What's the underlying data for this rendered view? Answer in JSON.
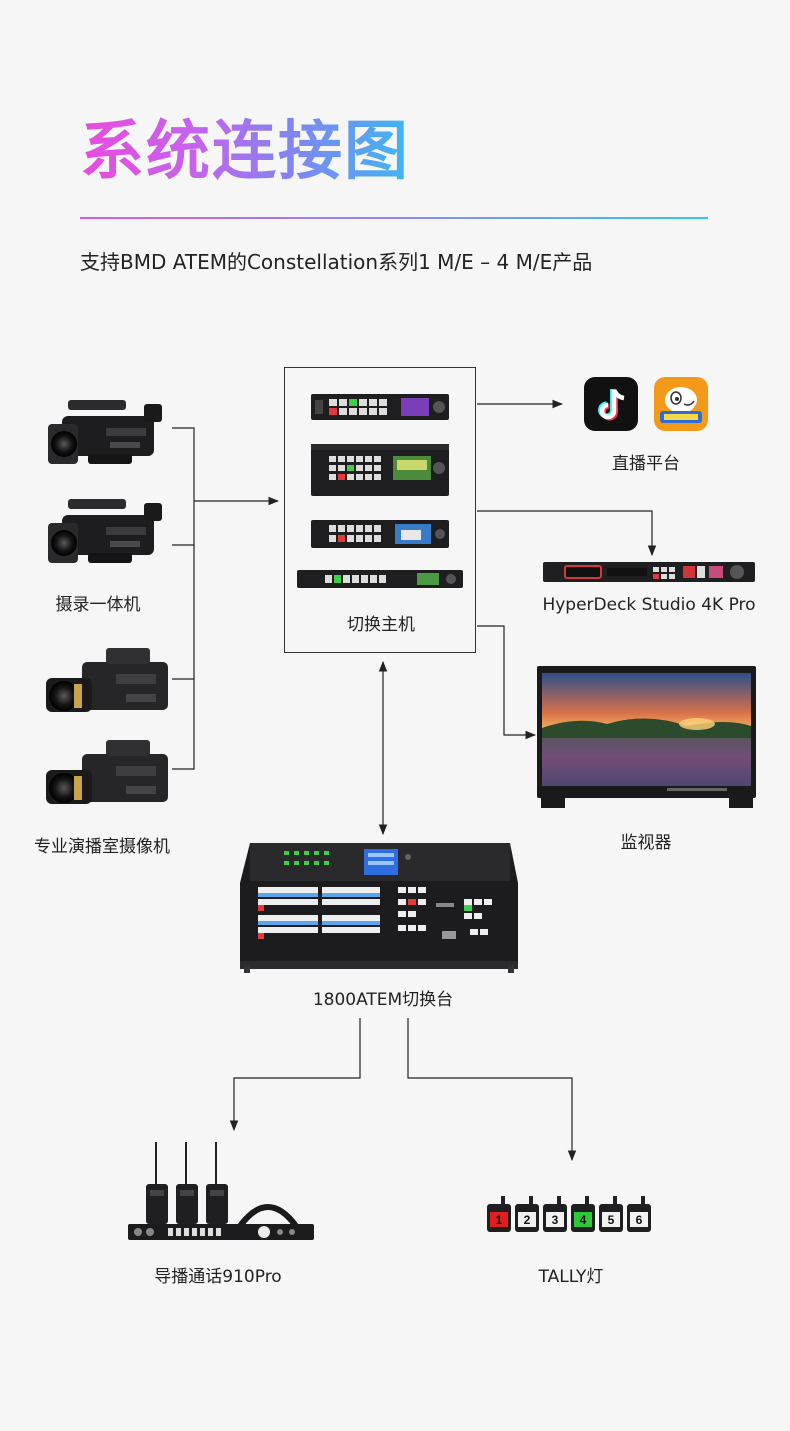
{
  "header": {
    "title": "系统连接图",
    "subtitle": "支持BMD ATEM的Constellation系列1 M/E – 4 M/E产品"
  },
  "nodes": {
    "camcorder": "摄录一体机",
    "studio_camera": "专业演播室摄像机",
    "switcher_host": "切换主机",
    "live_platform": "直播平台",
    "hyperdeck": "HyperDeck Studio 4K Pro",
    "monitor": "监视器",
    "panel": "1800ATEM切换台",
    "intercom": "导播通话910Pro",
    "tally": "TALLY灯"
  },
  "tally_numbers": [
    "1",
    "2",
    "3",
    "4",
    "5",
    "6"
  ],
  "colors": {
    "title_gradient_start": "#e84cdc",
    "title_gradient_end": "#3fb6f0",
    "tiktok_bg": "#111111",
    "douyu_bg": "#f39a1b",
    "tally_red": "#e02020",
    "tally_green": "#2ec93a"
  }
}
